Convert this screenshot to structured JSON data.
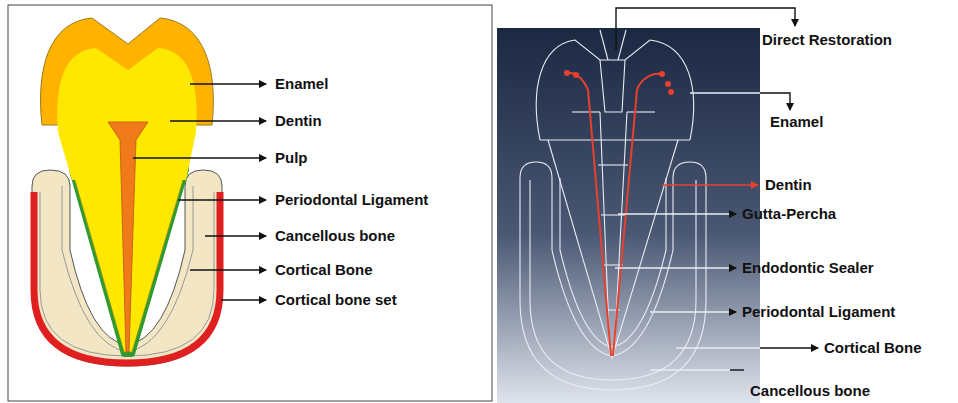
{
  "diagram": {
    "labels": [
      "Enamel",
      "Dentin",
      "Pulp",
      "Periodontal Ligament",
      "Cancellous bone",
      "Cortical Bone",
      "Cortical bone set",
      "Direct Restoration",
      "Enamel",
      "Dentin",
      "Gutta-Percha",
      "Endodontic Sealer",
      "Periodontal Ligament",
      "Cortical Bone",
      "Cancellous bone"
    ]
  }
}
